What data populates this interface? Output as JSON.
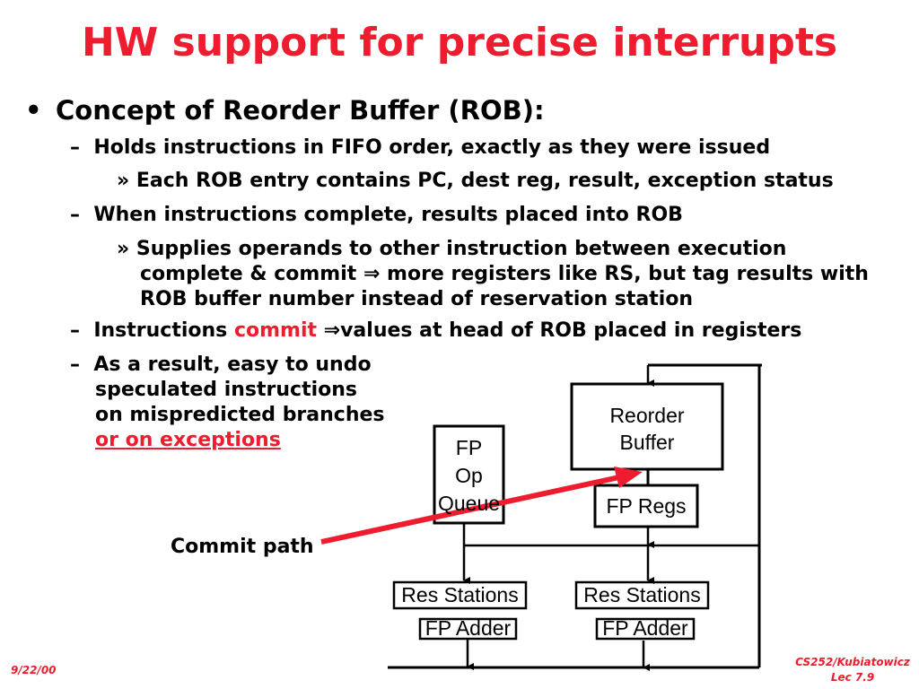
{
  "title": "HW support for precise interrupts",
  "bullet": {
    "marker": "•",
    "text": "Concept of Reorder Buffer (ROB):",
    "items": [
      {
        "dash": "–",
        "text": "Holds instructions in FIFO order, exactly as they were issued"
      },
      {
        "marker": "»",
        "text": "Each ROB entry contains PC, dest reg, result, exception status"
      },
      {
        "dash": "–",
        "text": "When instructions complete, results placed into ROB"
      },
      {
        "marker": "»",
        "lines": [
          "Supplies operands to other instruction between execution",
          "complete & commit ⇒ more registers like RS, but tag results with",
          "ROB buffer number instead of reservation station"
        ]
      },
      {
        "dash": "–",
        "text_before": "Instructions ",
        "highlight": "commit",
        "text_after": " ⇒values at head of ROB placed in registers"
      },
      {
        "dash": "–",
        "lines": [
          "As a result, easy to undo",
          "speculated instructions",
          "on mispredicted branches"
        ],
        "highlight_line": "or on exceptions"
      }
    ]
  },
  "diagram": {
    "reorder_buffer": [
      "Reorder",
      "Buffer"
    ],
    "fp_op_queue": [
      "FP",
      "Op",
      "Queue"
    ],
    "fp_regs": "FP Regs",
    "res_stations_left": "Res Stations",
    "res_stations_right": "Res Stations",
    "fp_adder_left": "FP Adder",
    "fp_adder_right": "FP Adder",
    "commit_path_label": "Commit path"
  },
  "footer": {
    "date": "9/22/00",
    "course": "CS252/Kubiatowicz",
    "lecture": "Lec 7.9"
  },
  "colors": {
    "accent": "#ee1c2e"
  }
}
